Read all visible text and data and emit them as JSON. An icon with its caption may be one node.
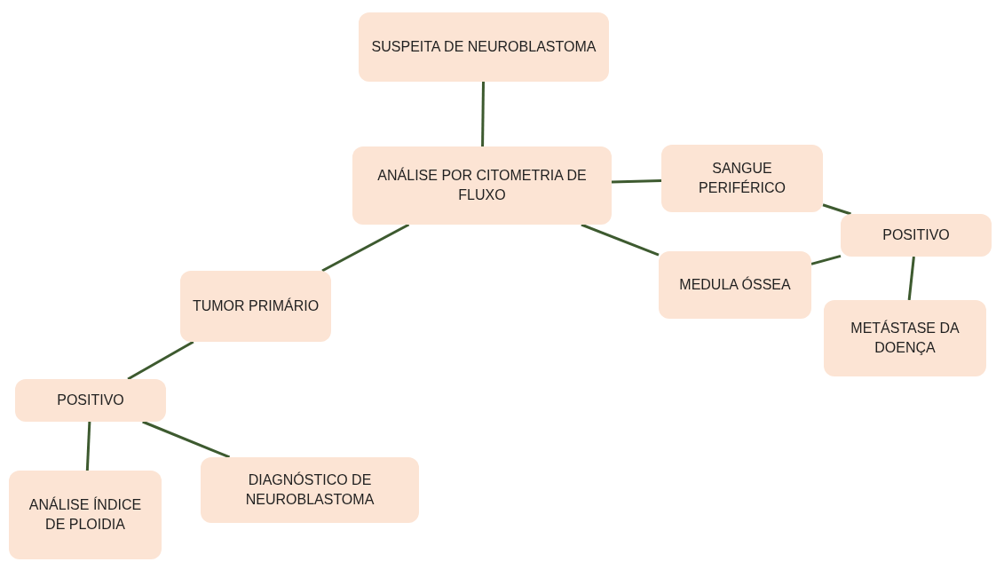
{
  "diagram": {
    "nodes": [
      {
        "text": [
          "SUSPEITA DE NEUROBLASTOMA"
        ]
      },
      {
        "text": [
          "ANÁLISE POR CITOMETRIA DE FLUXO"
        ]
      },
      {
        "text": [
          "SANGUE PERIFÉRICO"
        ]
      },
      {
        "text": [
          "MEDULA ÓSSEA"
        ]
      },
      {
        "text": [
          "POSITIVO"
        ]
      },
      {
        "text": [
          "METÁSTASE DA DOENÇA"
        ]
      },
      {
        "text": [
          "TUMOR PRIMÁRIO"
        ]
      },
      {
        "text": [
          "POSITIVO"
        ]
      },
      {
        "text": [
          "ANÁLISE ÍNDICE DE PLOIDIA"
        ]
      },
      {
        "text": [
          "DIAGNÓSTICO DE NEUROBLASTOMA"
        ]
      }
    ],
    "edges": [
      {
        "from": 0,
        "to": 1,
        "arrow": "none"
      },
      {
        "from": 1,
        "to": 2,
        "arrow": "none"
      },
      {
        "from": 1,
        "to": 3,
        "arrow": "none"
      },
      {
        "from": 2,
        "to": 4,
        "arrow": "none"
      },
      {
        "from": 3,
        "to": 4,
        "arrow": "none"
      },
      {
        "from": 4,
        "to": 5,
        "arrow": "none"
      },
      {
        "from": 1,
        "to": 6,
        "arrow": "none"
      },
      {
        "from": 6,
        "to": 7,
        "arrow": "none"
      },
      {
        "from": 7,
        "to": 8,
        "arrow": "none"
      },
      {
        "from": 7,
        "to": 9,
        "arrow": "none"
      }
    ]
  }
}
